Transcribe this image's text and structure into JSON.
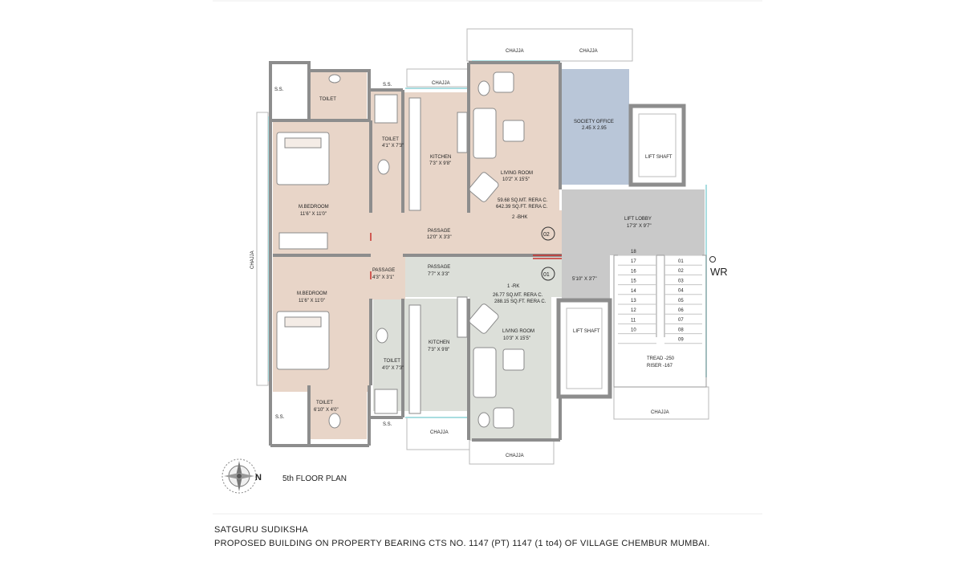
{
  "plan": {
    "floor_title": "5th  FLOOR PLAN",
    "north_label": "N",
    "wr_label": "WR",
    "chajja_side": "CHAJJA",
    "chajja": "CHAJJA"
  },
  "flat_02": {
    "number": "02",
    "toilet_top": "TOILET",
    "ss_a": "S.S.",
    "ss_b": "S.S.",
    "toilet2_name": "TOILET",
    "toilet2_size": "4'1\" X 7'3\"",
    "kitchen_name": "KITCHEN",
    "kitchen_size": "7'3\" X 9'8\"",
    "living_name": "LIVING ROOM",
    "living_size": "10'2\" X 15'5\"",
    "area_sqmt": "59.68 SQ.MT.  RERA C.",
    "area_sqft": "642.39 SQ.FT.  RERA C.",
    "type": "2 -BHK",
    "bedroom_name": "M.BEDROOM",
    "bedroom_size": "11'6\" X 11'0\"",
    "passage_name": "PASSAGE",
    "passage_size": "12'0\" X 3'3\""
  },
  "flat_01": {
    "number": "01",
    "passage_a_name": "PASSAGE",
    "passage_a_size": "4'3\" X 3'1\"",
    "passage_b_name": "PASSAGE",
    "passage_b_size": "7'7\" X 3'3\"",
    "type": "1 -RK",
    "area_sqmt": "26.77 SQ.MT.  RERA C.",
    "area_sqft": "288.15 SQ.FT.  RERA C.",
    "bedroom_name": "M.BEDROOM",
    "bedroom_size": "11'6\" X 11'0\"",
    "kitchen_name": "KITCHEN",
    "kitchen_size": "7'3\" X 9'8\"",
    "living_name": "LIVING ROOM",
    "living_size": "10'3\" X 15'5\"",
    "toilet_a_name": "TOILET",
    "toilet_a_size": "4'0\" X 7'3\"",
    "toilet_b_name": "TOILET",
    "toilet_b_size": "6'10\" X 4'0\"",
    "ss_a": "S.S.",
    "ss_b": "S.S."
  },
  "common": {
    "society_name": "SOCIETY OFFICE",
    "society_size": "2.45 X 2.95",
    "lift_shaft_a": "LIFT SHAFT",
    "lift_shaft_b": "LIFT SHAFT",
    "lift_lobby_name": "LIFT LOBBY",
    "lift_lobby_size": "17'3\" X 9'7\"",
    "landing_size": "5'10\" X 3'7\"",
    "tread": "TREAD -250",
    "riser": "RISER  -167",
    "stair_up": [
      "18",
      "17",
      "16",
      "15",
      "14",
      "13",
      "12",
      "11",
      "10"
    ],
    "stair_down": [
      "01",
      "02",
      "03",
      "04",
      "05",
      "06",
      "07",
      "08",
      "09"
    ]
  },
  "colors": {
    "flat_02": "#e8d5c8",
    "flat_01": "#dcdfd9",
    "society_office": "#b9c6d8",
    "lift_lobby": "#c9c9c9",
    "wall": "#8d8d8d"
  },
  "footer": {
    "line1": "SATGURU  SUDIKSHA",
    "line2": "PROPOSED  BUILDING ON PROPERTY  BEARING  CTS NO. 1147 (PT) 1147 (1 to4)  OF VILLAGE CHEMBUR  MUMBAI."
  }
}
